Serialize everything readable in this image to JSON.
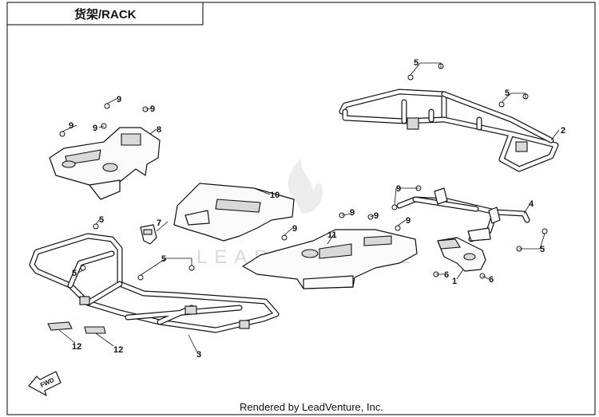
{
  "title": "货架/RACK",
  "footer": "Rendered by LeadVenture, Inc.",
  "watermark": "LEADVENTURE",
  "direction_label": "FWD",
  "callouts": [
    "1",
    "2",
    "3",
    "4",
    "5",
    "5",
    "5",
    "5",
    "5",
    "5",
    "6",
    "6",
    "7",
    "8",
    "9",
    "9",
    "9",
    "9",
    "9",
    "9",
    "9",
    "9",
    "9",
    "10",
    "11",
    "12",
    "12"
  ]
}
